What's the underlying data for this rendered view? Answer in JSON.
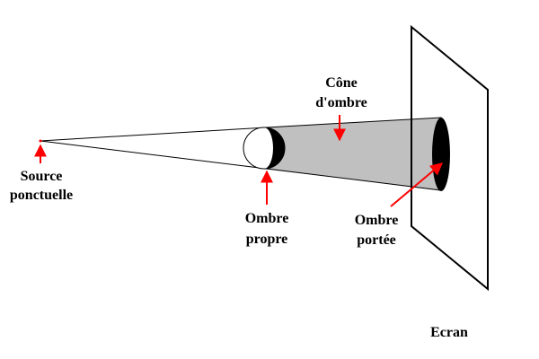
{
  "diagram": {
    "labels": {
      "source_line1": "Source",
      "source_line2": "ponctuelle",
      "cone_line1": "Cône",
      "cone_line2": "d'ombre",
      "own_shadow_line1": "Ombre",
      "own_shadow_line2": "propre",
      "cast_shadow_line1": "Ombre",
      "cast_shadow_line2": "portée",
      "screen": "Ecran"
    },
    "colors": {
      "background": "#ffffff",
      "line": "#000000",
      "shadow_cone": "#c0c0c0",
      "shadow": "#000000",
      "arrow": "#ff0000"
    }
  }
}
